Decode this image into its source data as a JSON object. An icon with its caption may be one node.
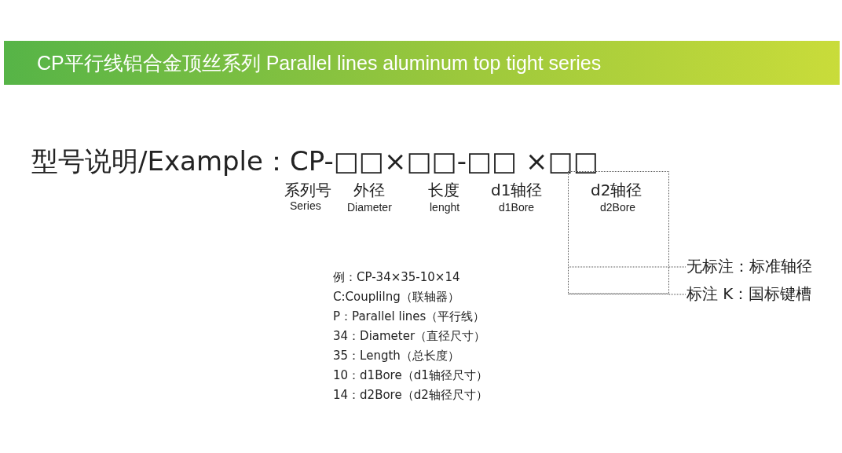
{
  "diagram": {
    "title": "CP平行线铝合金顶丝系列 Parallel lines aluminum top tight series",
    "nodes": [
      {
        "text": [
          "d2轴径",
          "d2Bore"
        ]
      },
      {
        "text": [
          "无标注：标准轴径"
        ]
      },
      {
        "text": [
          "标注 K：国标键槽"
        ]
      }
    ],
    "edges": [
      {
        "from": 0,
        "to": 1,
        "arrow": "none",
        "style": "dashed"
      },
      {
        "from": 0,
        "to": 2,
        "arrow": "none",
        "style": "dashed"
      }
    ],
    "labels": [
      "型号说明/Example：CP-□□×□□-□□ ×□□",
      "系列号",
      "Series",
      "外径",
      "Diameter",
      "长度",
      "lenght",
      "d1轴径",
      "d1Bore",
      "例：CP-34×35-10×14",
      "C:Couplilng（联轴器）",
      "P：Parallel lines（平行线）",
      "34：Diameter（直径尺寸）",
      "35：Length（总长度）",
      "10：d1Bore（d1轴径尺寸）",
      "14：d2Bore（d2轴径尺寸）"
    ]
  }
}
